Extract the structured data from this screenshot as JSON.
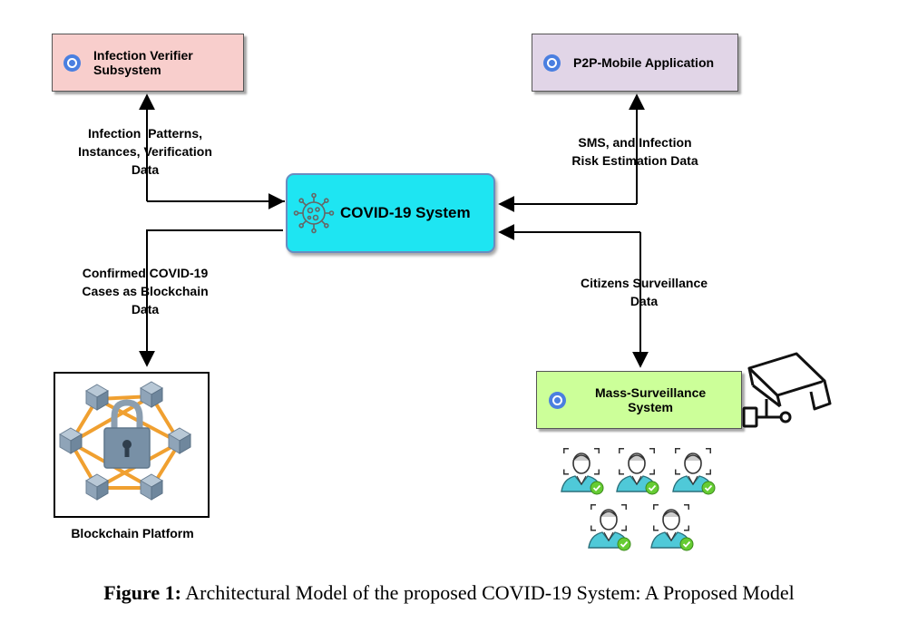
{
  "boxes": {
    "infection_verifier": "Infection Verifier\nSubsystem",
    "p2p_mobile": "P2P-Mobile Application",
    "covid_system": "COVID-19 System",
    "mass_surveillance": "Mass-Surveillance\nSystem"
  },
  "edge_labels": {
    "infection_patterns": "Infection  Patterns,\nInstances, Verification\nData",
    "sms_infection": "SMS, and Infection\nRisk Estimation Data",
    "confirmed_cases": "Confirmed COVID-19\nCases as Blockchain\nData",
    "citizens_surveillance": "Citizens Surveillance\nData"
  },
  "blockchain_label": "Blockchain Platform",
  "caption": {
    "prefix": "Figure 1:",
    "text": " Architectural Model of the proposed COVID-19 System: A Proposed Model"
  },
  "icons": [
    "cloud-service-icon",
    "virus-icon",
    "blockchain-lock-icon",
    "cctv-camera-icon",
    "verified-person-icon"
  ],
  "colors": {
    "infection_box": "#f8cecc",
    "p2p_box": "#e1d5e7",
    "covid_box": "#1ee5f2",
    "mass_box": "#ccff99",
    "blockchain_links": "#f0a030",
    "icon_blue": "#4a7fe0",
    "check_green": "#66cc33"
  }
}
